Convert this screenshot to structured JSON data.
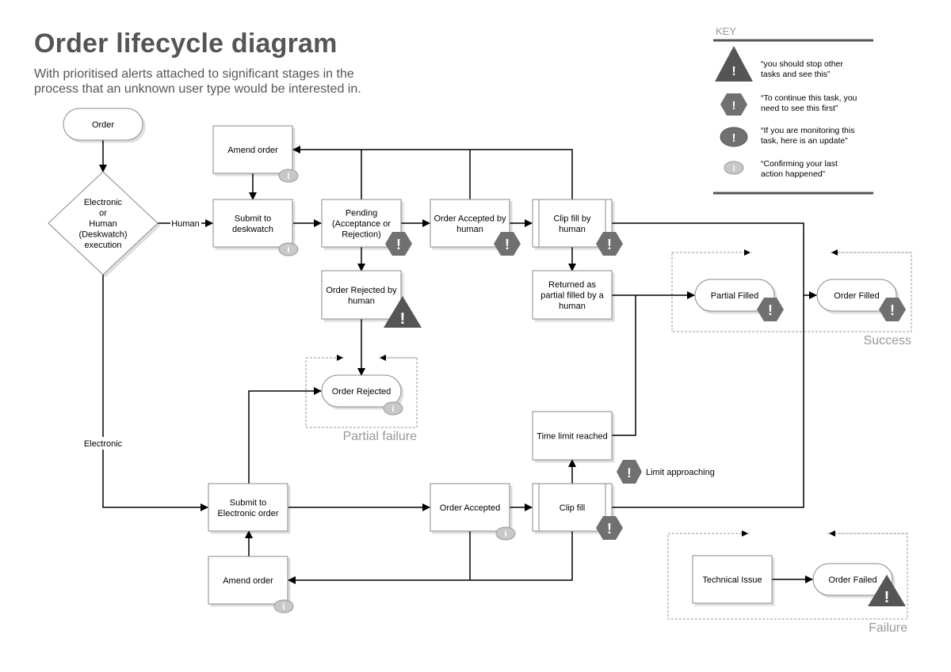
{
  "header": {
    "title": "Order lifecycle diagram",
    "subtitle": "With prioritised alerts attached to significant stages in the process that an unknown user type would be interested in."
  },
  "key": {
    "heading": "KEY",
    "items": [
      {
        "icon": "triangle-alert-icon",
        "lines": [
          "“you should stop other",
          "tasks and see this”"
        ],
        "priority": "stop-other-tasks"
      },
      {
        "icon": "hexagon-alert-icon",
        "lines": [
          "“To continue this task, you",
          "need to see this first”"
        ],
        "priority": "continue-this-task"
      },
      {
        "icon": "ellipse-alert-icon",
        "lines": [
          "“If you are monitoring this",
          "task, here is an update”"
        ],
        "priority": "monitoring-update"
      },
      {
        "icon": "info-ellipse-icon",
        "lines": [
          "“Confirming your last",
          "action happened”"
        ],
        "priority": "confirmation"
      }
    ]
  },
  "colors": {
    "alert_dark": "#555555",
    "alert_medium": "#707070",
    "info_fill": "#c8c8c8",
    "line": "#000000",
    "box_border": "#888888",
    "group_border": "#999999",
    "label_grey": "#999999",
    "title_grey": "#555555"
  },
  "nodes": {
    "order": {
      "lines": [
        "Order"
      ],
      "shape": "terminal"
    },
    "decision": {
      "lines": [
        "Electronic",
        "or",
        "Human",
        "(Deskwatch)",
        "execution"
      ],
      "shape": "diamond"
    },
    "amend_order_top": {
      "lines": [
        "Amend order"
      ],
      "shape": "process",
      "alert": "info"
    },
    "submit_deskwatch": {
      "lines": [
        "Submit to",
        "deskwatch"
      ],
      "shape": "process",
      "alert": "info"
    },
    "pending": {
      "lines": [
        "Pending",
        "(Acceptance or",
        "Rejection)"
      ],
      "shape": "process",
      "alert": "hexagon"
    },
    "accepted_by_human": {
      "lines": [
        "Order Accepted by",
        "human"
      ],
      "shape": "process",
      "alert": "hexagon"
    },
    "clip_fill_human": {
      "lines": [
        "Clip fill by",
        "human"
      ],
      "shape": "subprocess",
      "alert": "hexagon"
    },
    "rejected_by_human": {
      "lines": [
        "Order Rejected by",
        "human"
      ],
      "shape": "process",
      "alert": "triangle"
    },
    "returned_partial": {
      "lines": [
        "Returned as",
        "partial filled by a",
        "human"
      ],
      "shape": "process"
    },
    "partial_filled": {
      "lines": [
        "Partial Filled"
      ],
      "shape": "terminal",
      "alert": "hexagon"
    },
    "order_filled": {
      "lines": [
        "Order Filled"
      ],
      "shape": "terminal",
      "alert": "hexagon"
    },
    "order_rejected": {
      "lines": [
        "Order Rejected"
      ],
      "shape": "terminal",
      "alert": "info"
    },
    "time_limit": {
      "lines": [
        "Time limit reached"
      ],
      "shape": "process"
    },
    "submit_electronic": {
      "lines": [
        "Submit to",
        "Electronic order"
      ],
      "shape": "process"
    },
    "order_accepted": {
      "lines": [
        "Order Accepted"
      ],
      "shape": "process",
      "alert": "info"
    },
    "clip_fill": {
      "lines": [
        "Clip fill"
      ],
      "shape": "subprocess",
      "alert": "hexagon"
    },
    "amend_order_bottom": {
      "lines": [
        "Amend order"
      ],
      "shape": "process",
      "alert": "info"
    },
    "technical_issue": {
      "lines": [
        "Technical Issue"
      ],
      "shape": "process"
    },
    "order_failed": {
      "lines": [
        "Order Failed"
      ],
      "shape": "terminal",
      "alert": "triangle"
    }
  },
  "edge_labels": {
    "human": "Human",
    "electronic": "Electronic",
    "limit_approaching": "Limit approaching"
  },
  "groups": {
    "success": "Success",
    "partial_failure": "Partial failure",
    "failure": "Failure"
  }
}
